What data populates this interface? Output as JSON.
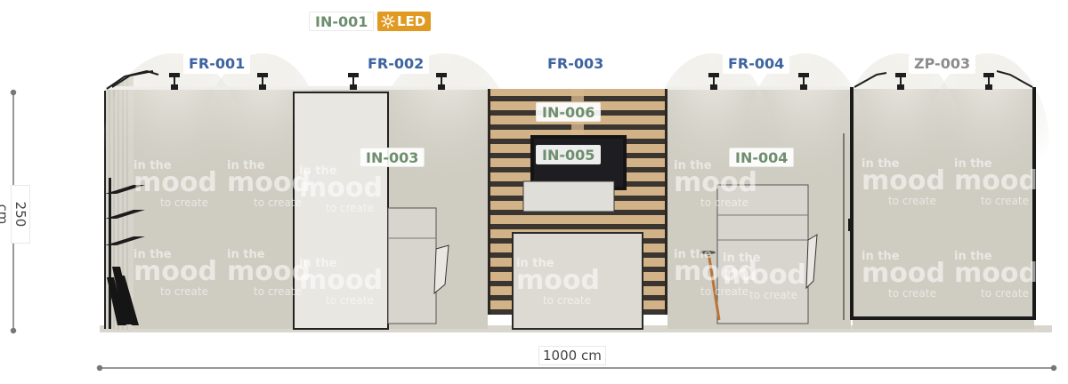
{
  "labels": {
    "in001": "IN-001",
    "led": "LED",
    "fr001": "FR-001",
    "fr002": "FR-002",
    "fr003": "FR-003",
    "fr004": "FR-004",
    "zp003": "ZP-003",
    "in006": "IN-006",
    "in003": "IN-003",
    "in005": "IN-005",
    "in004": "IN-004"
  },
  "dimensions": {
    "height": "250 cm",
    "width": "1000 cm"
  },
  "graphic": {
    "line1": "in the",
    "line2": "mood",
    "line3": "to create"
  },
  "icons": {
    "led": "sun-icon"
  },
  "colors": {
    "frame_label": "#3d64a0",
    "item_label": "#6e8f6f",
    "zone_label": "#8c8c8c",
    "led_badge": "#e09a22",
    "wall": "#cfccc2",
    "wood": "#c9a77c"
  }
}
